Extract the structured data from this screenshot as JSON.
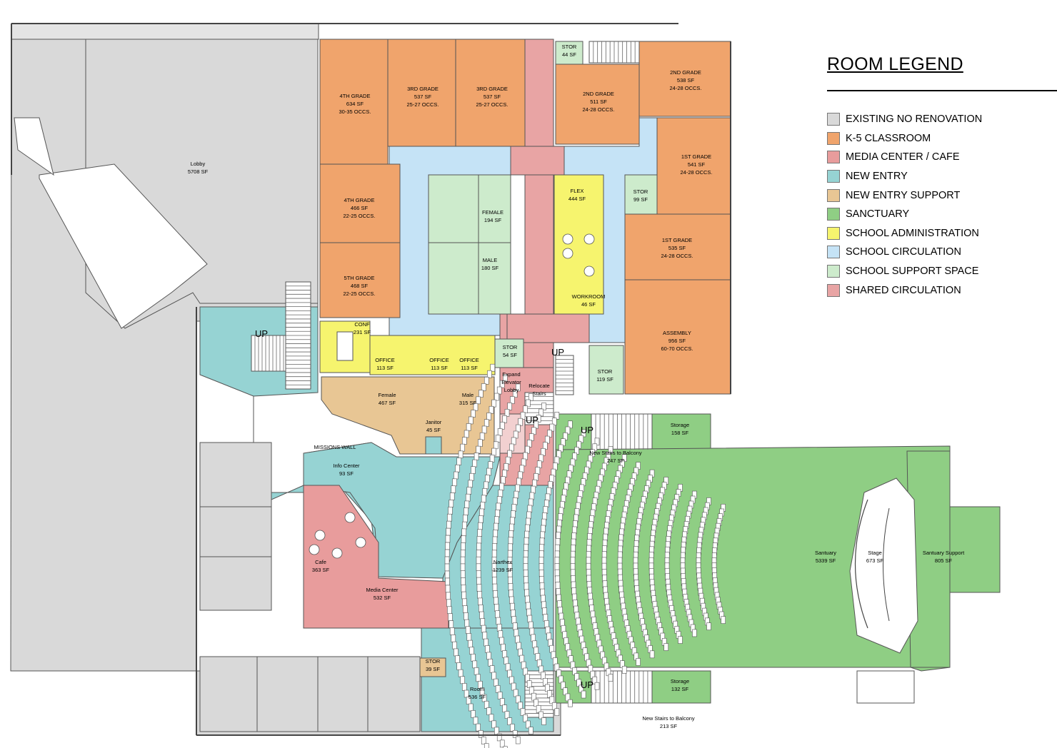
{
  "legend": {
    "title": "ROOM LEGEND",
    "items": [
      {
        "label": "EXISTING NO RENOVATION",
        "color": "#d9d9d9"
      },
      {
        "label": "K-5 CLASSROOM",
        "color": "#f0a46c"
      },
      {
        "label": "MEDIA CENTER / CAFE",
        "color": "#e89c9c"
      },
      {
        "label": "NEW ENTRY",
        "color": "#96d3d3"
      },
      {
        "label": "NEW ENTRY SUPPORT",
        "color": "#e8c694"
      },
      {
        "label": "SANCTUARY",
        "color": "#8fce84"
      },
      {
        "label": "SCHOOL ADMINISTRATION",
        "color": "#f6f46e"
      },
      {
        "label": "SCHOOL CIRCULATION",
        "color": "#c5e3f6"
      },
      {
        "label": "SCHOOL SUPPORT SPACE",
        "color": "#cdebcc"
      },
      {
        "label": "SHARED CIRCULATION",
        "color": "#e8a4a4"
      }
    ]
  },
  "rooms": {
    "lobby": [
      "Lobby",
      "5708 SF"
    ],
    "grade4_top": [
      "4TH GRADE",
      "634 SF",
      "30-35 OCCS."
    ],
    "grade3_a": [
      "3RD GRADE",
      "537 SF",
      "25-27 OCCS."
    ],
    "grade3_b": [
      "3RD GRADE",
      "537 SF",
      "25-27 OCCS."
    ],
    "stor_top": [
      "STOR",
      "44 SF"
    ],
    "grade2_a": [
      "2ND GRADE",
      "511 SF",
      "24-28 OCCS."
    ],
    "grade2_b": [
      "2ND GRADE",
      "538 SF",
      "24-28 OCCS."
    ],
    "grade4_b": [
      "4TH GRADE",
      "466 SF",
      "22-25 OCCS."
    ],
    "female_rr": [
      "FEMALE",
      "194 SF"
    ],
    "male_rr": [
      "MALE",
      "180 SF"
    ],
    "flex": [
      "FLEX",
      "444 SF"
    ],
    "stor_99": [
      "STOR",
      "99 SF"
    ],
    "grade1_a": [
      "1ST GRADE",
      "541 SF",
      "24-28 OCCS."
    ],
    "grade1_b": [
      "1ST GRADE",
      "535 SF",
      "24-28 OCCS."
    ],
    "grade5": [
      "5TH GRADE",
      "468 SF",
      "22-25 OCCS."
    ],
    "workroom": [
      "WORKROOM",
      "46 SF"
    ],
    "assembly": [
      "ASSEMBLY",
      "956 SF",
      "60-70 OCCS."
    ],
    "conf": [
      "CONF",
      "231 SF"
    ],
    "office1": [
      "OFFICE",
      "113 SF"
    ],
    "office2": [
      "OFFICE",
      "113 SF"
    ],
    "office3": [
      "OFFICE",
      "113 SF"
    ],
    "stor_54": [
      "STOR",
      "54 SF"
    ],
    "expand_elevator": [
      "Expand",
      "Elevator",
      "Lobby"
    ],
    "relocate_stairs": [
      "Relocate",
      "Stairs"
    ],
    "stor_119": [
      "STOR",
      "119 SF"
    ],
    "female_public": [
      "Female",
      "467 SF"
    ],
    "male_public": [
      "Male",
      "315 SF"
    ],
    "janitor": [
      "Janitor",
      "45 SF"
    ],
    "storage_158": [
      "Storage",
      "158 SF"
    ],
    "stairs_balcony_1": [
      "New Stairs to Balcony",
      "247 SF"
    ],
    "missions_wall": [
      "MISSIONS WALL"
    ],
    "info_center": [
      "Info Center",
      "93 SF"
    ],
    "cafe": [
      "Cafe",
      "363 SF"
    ],
    "media_center": [
      "Media Center",
      "532 SF"
    ],
    "narthex": [
      "Narthex",
      "1239 SF"
    ],
    "sanctuary": [
      "Santuary",
      "5339 SF"
    ],
    "stage": [
      "Stage",
      "673 SF"
    ],
    "sanctuary_support": [
      "Santuary Support",
      "805 SF"
    ],
    "stor_39": [
      "STOR",
      "39 SF"
    ],
    "room_536": [
      "Room",
      "536 SF"
    ],
    "storage_132": [
      "Storage",
      "132 SF"
    ],
    "stairs_balcony_2": [
      "New Stairs to Balcony",
      "213 SF"
    ],
    "up_marks": [
      "UP",
      "UP",
      "UP",
      "UP",
      "UP"
    ]
  }
}
